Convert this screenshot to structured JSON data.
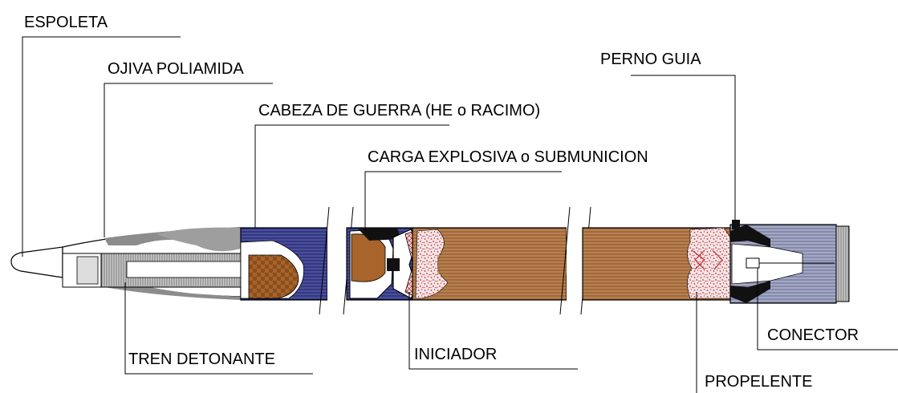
{
  "labels": {
    "espoleta": "ESPOLETA",
    "ojiva": "OJIVA POLIAMIDA",
    "cabeza": "CABEZA DE GUERRA (HE o RACIMO)",
    "carga": "CARGA EXPLOSIVA o SUBMUNICION",
    "perno": "PERNO GUIA",
    "conector": "CONECTOR",
    "tren": "TREN DETONANTE",
    "iniciador": "INICIADOR",
    "propelente": "PROPELENTE"
  },
  "colors": {
    "fuze_gray": "#9a9a9a",
    "warhead_blue": "#3b3f8c",
    "explosive_brown": "#a8642a",
    "propellant_tan": "#b07a4a",
    "speckle_red": "#c0303a",
    "motor_gray": "#8a8fb0"
  }
}
